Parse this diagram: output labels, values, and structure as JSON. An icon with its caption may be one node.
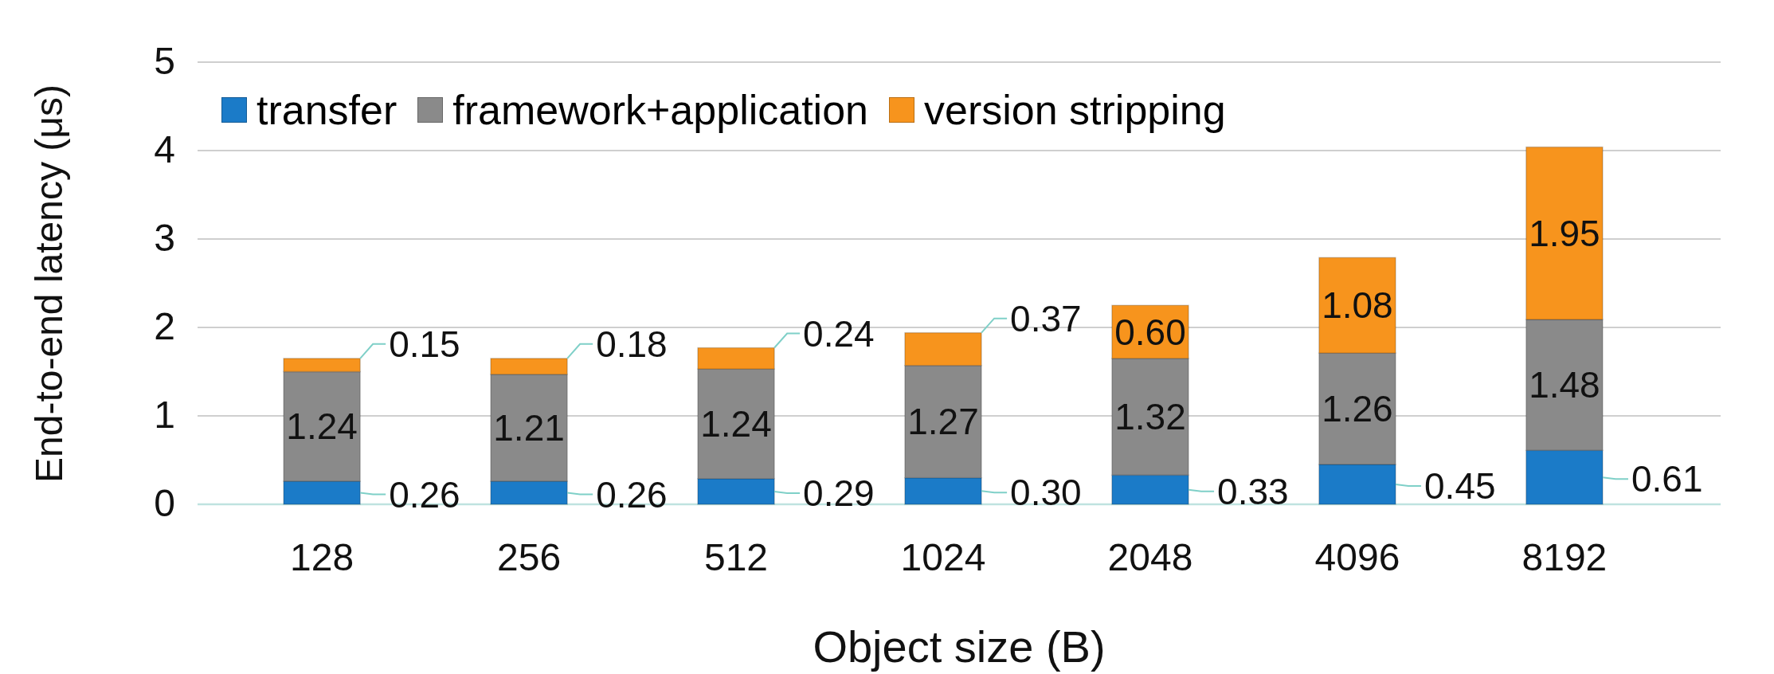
{
  "diagram": {
    "chart_data": {
      "type": "bar",
      "stacked": true,
      "orientation": "vertical",
      "xlabel": "Object size (B)",
      "ylabel": "End-to-end latency (μs)",
      "categories": [
        "128",
        "256",
        "512",
        "1024",
        "2048",
        "4096",
        "8192"
      ],
      "series": [
        {
          "name": "transfer",
          "color": "#1b7bc8",
          "values": [
            0.26,
            0.26,
            0.29,
            0.3,
            0.33,
            0.45,
            0.61
          ]
        },
        {
          "name": "framework+application",
          "color": "#8a8a8a",
          "values": [
            1.24,
            1.21,
            1.24,
            1.27,
            1.32,
            1.26,
            1.48
          ]
        },
        {
          "name": "version stripping",
          "color": "#f7941d",
          "values": [
            0.15,
            0.18,
            0.24,
            0.37,
            0.6,
            1.08,
            1.95
          ]
        }
      ],
      "value_labels": [
        [
          "0.26",
          "0.26",
          "0.29",
          "0.30",
          "0.33",
          "0.45",
          "0.61"
        ],
        [
          "1.24",
          "1.21",
          "1.24",
          "1.27",
          "1.32",
          "1.26",
          "1.48"
        ],
        [
          "0.15",
          "0.18",
          "0.24",
          "0.37",
          "0.60",
          "1.08",
          "1.95"
        ]
      ],
      "grid": true,
      "legend": "top-left",
      "ylim": [
        0,
        5
      ],
      "yticks": [
        0,
        {
          "value": 1,
          "label": "1"
        },
        2,
        3,
        4,
        5
      ]
    }
  }
}
